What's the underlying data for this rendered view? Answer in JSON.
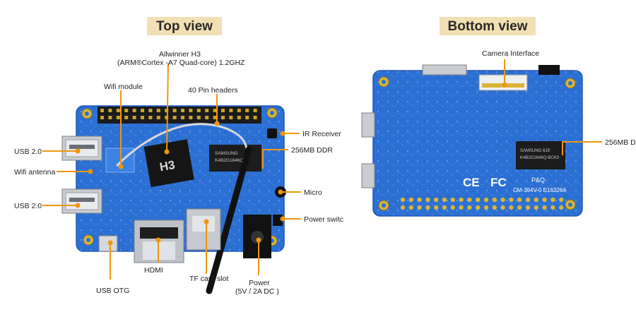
{
  "top_view": {
    "title": "Top view",
    "callouts": {
      "cpu": "Allwinner H3",
      "cpu_detail": "(ARM®Cortex -A7 Quad-core) 1.2GHZ",
      "wifi_module": "Wifi module",
      "pin_headers": "40 Pin headers",
      "ir_receiver": "IR Receiver",
      "ddr": "256MB DDR",
      "usb_top": "USB 2.0",
      "wifi_antenna": "Wifi antenna",
      "usb_bottom": "USB 2.0",
      "micro": "Micro",
      "power_switch": "Power switc",
      "hdmi": "HDMI",
      "tf_card": "TF card slot",
      "power": "Power",
      "power_detail": "(5V / 2A DC )",
      "usb_otg": "USB OTG"
    },
    "chip_mark": "H3",
    "ram_mark_1": "SAMSUNG",
    "ram_mark_2": "K4B2G1646Q"
  },
  "bottom_view": {
    "title": "Bottom view",
    "callouts": {
      "camera": "Camera Interface",
      "ddr": "256MB D"
    },
    "ram_mark_1": "SAMSUNG 619",
    "ram_mark_2": "K4B2G1646Q-BCK0",
    "cert_ce": "CE",
    "cert_fc": "FC",
    "silk_pq": "P&Q",
    "silk_code": "CM-394V-0 E162264"
  },
  "colors": {
    "board": "#2b6fd3",
    "board_dark": "#1f58b8",
    "callout": "#f0960c",
    "title_bg": "#f3dfb4"
  }
}
